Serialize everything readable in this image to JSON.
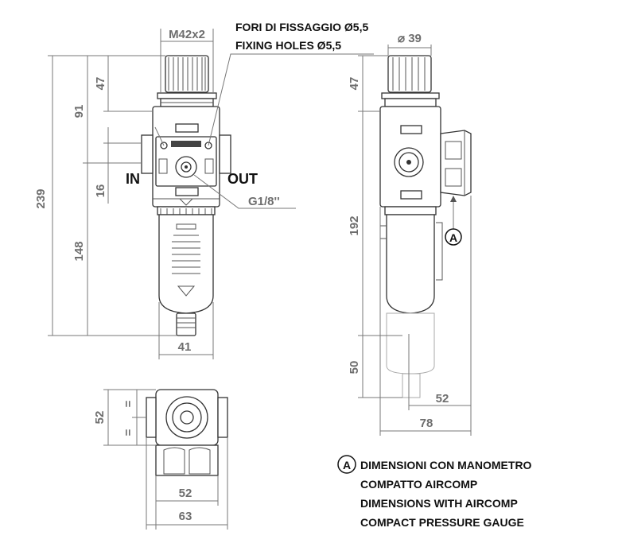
{
  "front_view": {
    "thread_label": "M42x2",
    "fixing_holes_it": "FORI DI FISSAGGIO Ø5,5",
    "fixing_holes_en": "FIXING HOLES Ø5,5",
    "in_label": "IN",
    "out_label": "OUT",
    "port_label": "G1/8''",
    "dim_total_height": "239",
    "dim_top_91": "91",
    "dim_top_47": "47",
    "dim_16": "16",
    "dim_148": "148",
    "dim_width_41": "41"
  },
  "side_view": {
    "diameter_label": "⌀ 39",
    "dim_47": "47",
    "dim_192": "192",
    "dim_50": "50",
    "dim_52": "52",
    "dim_78": "78",
    "marker_a": "A"
  },
  "bottom_view": {
    "dim_52_vertical": "52",
    "eq_mark_1": "=",
    "eq_mark_2": "=",
    "dim_52_horizontal": "52",
    "dim_63": "63"
  },
  "note": {
    "marker": "A",
    "line1": "DIMENSIONI CON MANOMETRO",
    "line2": "COMPATTO AIRCOMP",
    "line3": "DIMENSIONS WITH AIRCOMP",
    "line4": "COMPACT PRESSURE GAUGE"
  }
}
